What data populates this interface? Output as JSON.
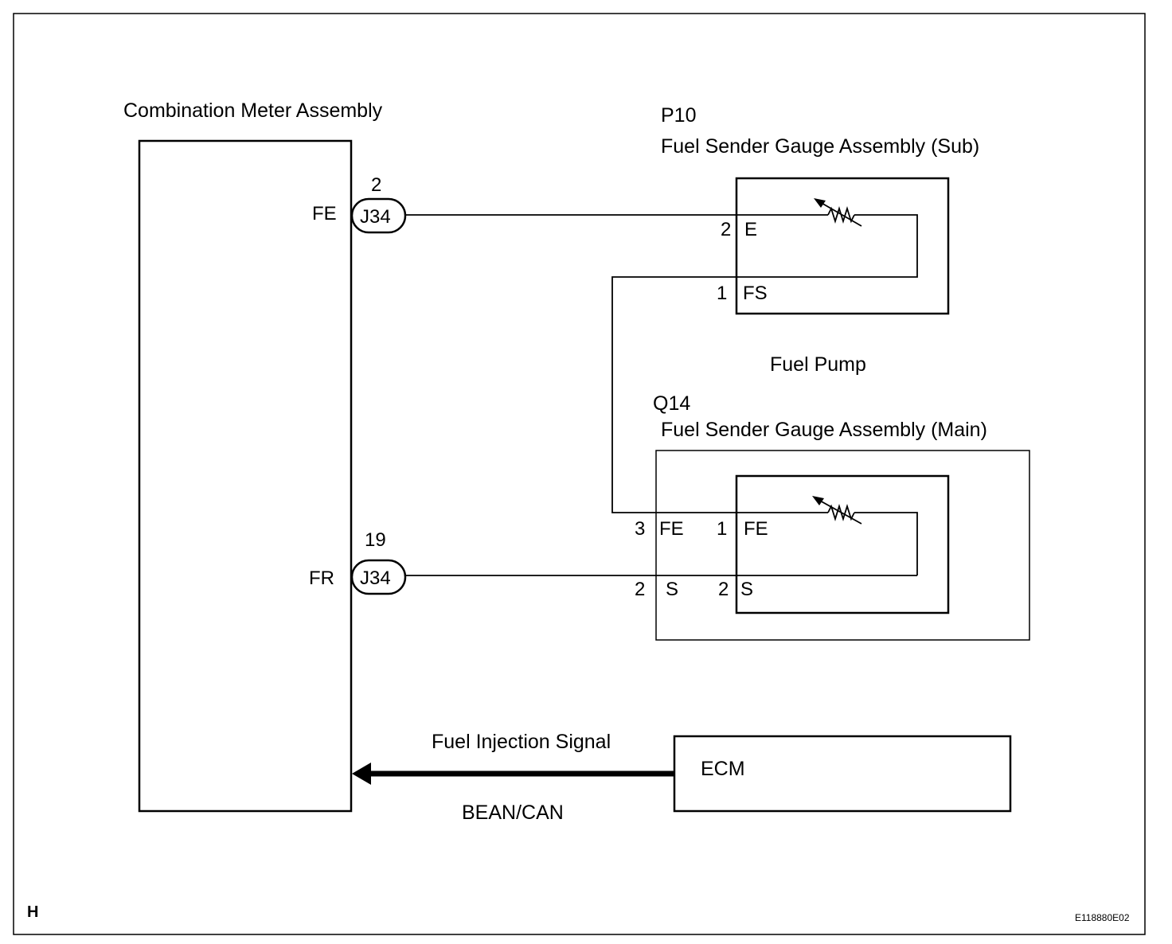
{
  "combination_meter": {
    "title": "Combination Meter Assembly",
    "pin_fe": "FE",
    "pin_fr": "FR"
  },
  "connectors": {
    "upper": {
      "number": "2",
      "label": "J34"
    },
    "lower": {
      "number": "19",
      "label": "J34"
    }
  },
  "sub_gauge": {
    "code": "P10",
    "title": "Fuel Sender Gauge Assembly (Sub)",
    "pin_e_num": "2",
    "pin_e": "E",
    "pin_fs_num": "1",
    "pin_fs": "FS"
  },
  "fuel_pump": {
    "label": "Fuel Pump"
  },
  "main_gauge": {
    "code": "Q14",
    "title": "Fuel Sender Gauge Assembly (Main)",
    "outer_fe_num": "3",
    "outer_fe": "FE",
    "outer_s_num": "2",
    "outer_s": "S",
    "inner_fe_num": "1",
    "inner_fe": "FE",
    "inner_s_num": "2",
    "inner_s": "S"
  },
  "ecm": {
    "label": "ECM"
  },
  "signal": {
    "label": "Fuel Injection Signal",
    "bus": "BEAN/CAN"
  },
  "corner_letter": "H",
  "figure_code": "E118880E02"
}
